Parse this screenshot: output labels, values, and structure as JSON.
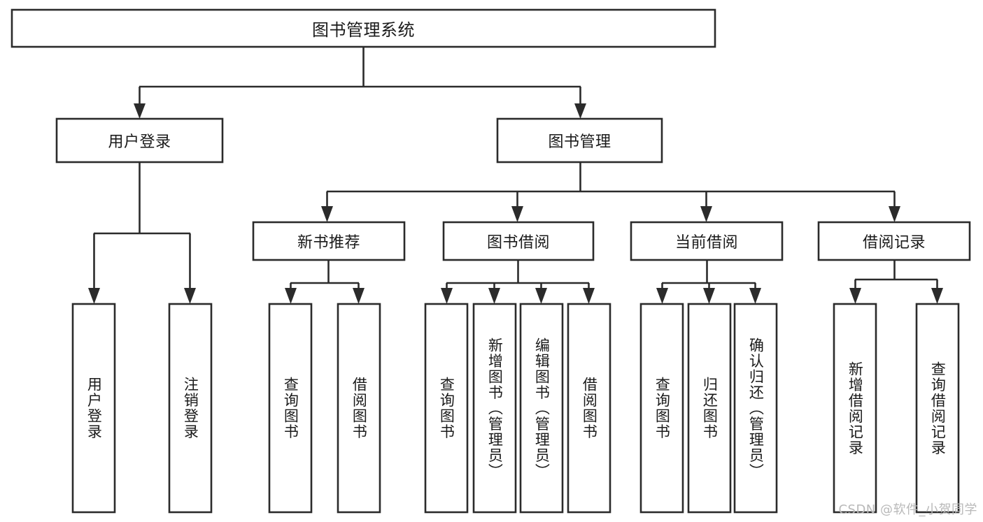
{
  "diagram": {
    "title": "图书管理系统",
    "type": "tree-hierarchy-diagram",
    "colors": {
      "box_stroke": "#2b2b2b",
      "box_fill": "#ffffff",
      "text": "#1a1a1a",
      "background": "#ffffff",
      "watermark": "#b9b9b9"
    },
    "root": {
      "label": "图书管理系统"
    },
    "level2": [
      {
        "label": "用户登录"
      },
      {
        "label": "图书管理"
      }
    ],
    "level3": [
      {
        "label": "新书推荐"
      },
      {
        "label": "图书借阅"
      },
      {
        "label": "当前借阅"
      },
      {
        "label": "借阅记录"
      }
    ],
    "leaves": {
      "user_login": [
        {
          "label": "用户登录"
        },
        {
          "label": "注销登录"
        }
      ],
      "new_book_recommend": [
        {
          "label": "查询图书"
        },
        {
          "label": "借阅图书"
        }
      ],
      "book_borrow": [
        {
          "label": "查询图书"
        },
        {
          "label": "新增图书（管理员）"
        },
        {
          "label": "编辑图书（管理员）"
        },
        {
          "label": "借阅图书"
        }
      ],
      "current_borrow": [
        {
          "label": "查询图书"
        },
        {
          "label": "归还图书"
        },
        {
          "label": "确认归还（管理员）"
        }
      ],
      "borrow_record": [
        {
          "label": "新增借阅记录"
        },
        {
          "label": "查询借阅记录"
        }
      ]
    },
    "watermark": "CSDN @软件_小贺同学"
  }
}
